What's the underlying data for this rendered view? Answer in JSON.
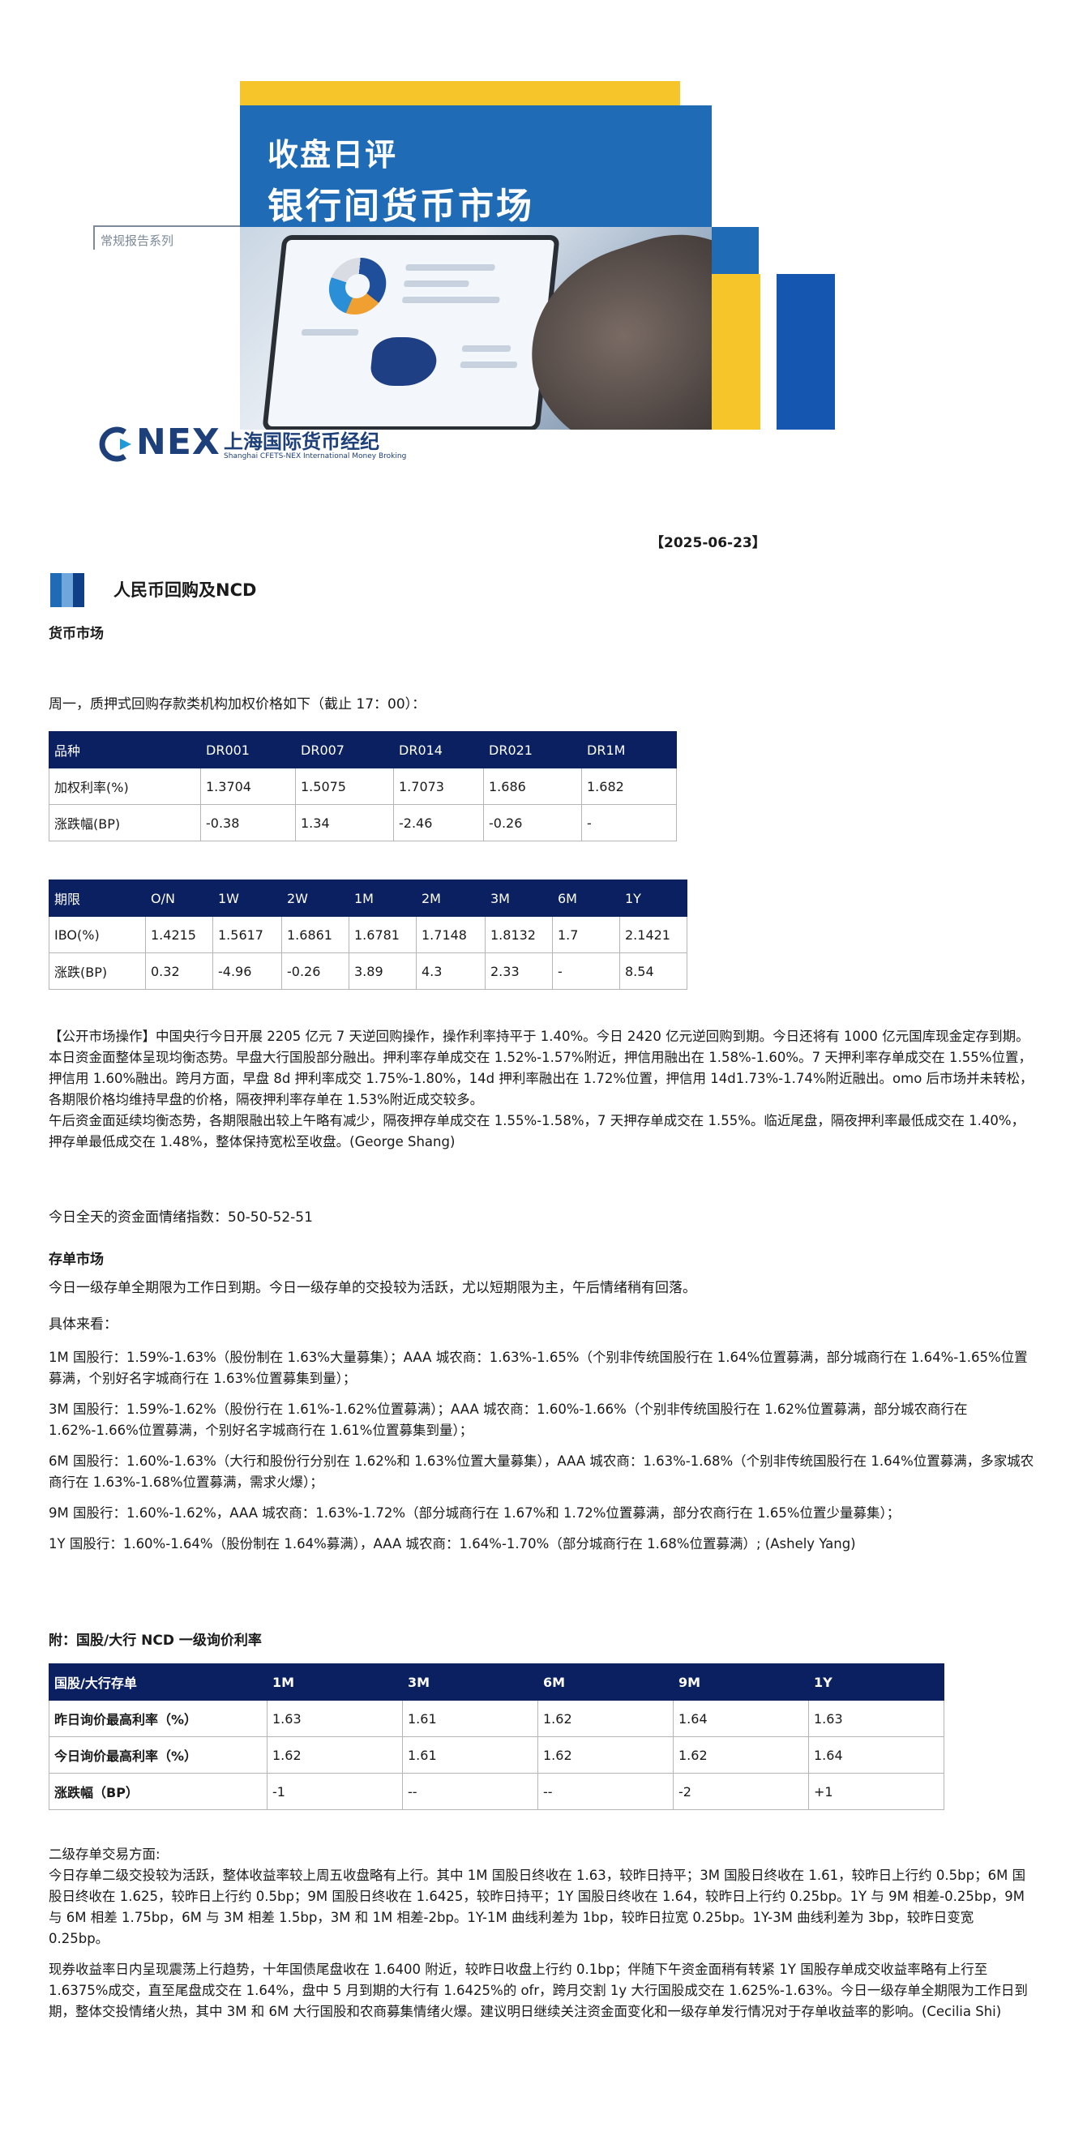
{
  "banner": {
    "title_line1": "收盘日评",
    "title_line2": "银行间货币市场",
    "series_label": "常规报告系列",
    "logo_text": "NEX",
    "logo_cn": "上海国际货币经纪",
    "logo_en": "Shanghai CFETS-NEX International Money Broking",
    "colors": {
      "yellow": "#f5c52a",
      "blue": "#1f6bb5",
      "navy": "#0b2060"
    }
  },
  "date": "【2025-06-23】",
  "section_title": "人民币回购及NCD",
  "money_market": {
    "heading": "货币市场",
    "intro": "周一，质押式回购存款类机构加权价格如下（截止 17：00）：",
    "dr_table": {
      "header": [
        "品种",
        "DR001",
        "DR007",
        "DR014",
        "DR021",
        "DR1M"
      ],
      "rows": [
        [
          "加权利率(%)",
          "1.3704",
          "1.5075",
          "1.7073",
          "1.686",
          "1.682"
        ],
        [
          "涨跌幅(BP)",
          "-0.38",
          "1.34",
          "-2.46",
          "-0.26",
          "-"
        ]
      ]
    },
    "ibo_table": {
      "header": [
        "期限",
        "O/N",
        "1W",
        "2W",
        "1M",
        "2M",
        "3M",
        "6M",
        "1Y"
      ],
      "rows": [
        [
          "IBO(%)",
          "1.4215",
          "1.5617",
          "1.6861",
          "1.6781",
          "1.7148",
          "1.8132",
          "1.7",
          "2.1421"
        ],
        [
          "涨跌(BP)",
          "0.32",
          "-4.96",
          "-0.26",
          "3.89",
          "4.3",
          "2.33",
          "-",
          "8.54"
        ]
      ]
    },
    "paragraphs": [
      "【公开市场操作】中国央行今日开展 2205 亿元 7 天逆回购操作，操作利率持平于 1.40%。今日 2420 亿元逆回购到期。今日还将有 1000 亿元国库现金定存到期。",
      "本日资金面整体呈现均衡态势。早盘大行国股部分融出。押利率存单成交在 1.52%-1.57%附近，押信用融出在 1.58%-1.60%。7 天押利率存单成交在 1.55%位置，押信用 1.60%融出。跨月方面，早盘 8d 押利率成交 1.75%-1.80%，14d 押利率融出在 1.72%位置，押信用 14d1.73%-1.74%附近融出。omo 后市场并未转松，各期限价格均维持早盘的价格，隔夜押利率存单在 1.53%附近成交较多。",
      "午后资金面延续均衡态势，各期限融出较上午略有减少，隔夜押存单成交在 1.55%-1.58%，7 天押存单成交在 1.55%。临近尾盘，隔夜押利率最低成交在 1.40%，押存单最低成交在 1.48%，整体保持宽松至收盘。(George Shang)"
    ],
    "sentiment": "今日全天的资金面情绪指数：50-50-52-51"
  },
  "cd_market": {
    "heading": "存单市场",
    "intro": "今日一级存单全期限为工作日到期。今日一级存单的交投较为活跃，尤以短期限为主，午后情绪稍有回落。",
    "detail_label": "具体来看：",
    "items": [
      "1M 国股行：1.59%-1.63%（股份制在 1.63%大量募集）；AAA 城农商：1.63%-1.65%（个别非传统国股行在 1.64%位置募满，部分城商行在 1.64%-1.65%位置募满，个别好名字城商行在 1.63%位置募集到量）；",
      "3M 国股行：1.59%-1.62%（股份行在 1.61%-1.62%位置募满）；AAA 城农商：1.60%-1.66%（个别非传统国股行在 1.62%位置募满，部分城农商行在 1.62%-1.66%位置募满，个别好名字城商行在 1.61%位置募集到量）；",
      "6M 国股行：1.60%-1.63%（大行和股份行分别在 1.62%和 1.63%位置大量募集），AAA 城农商：1.63%-1.68%（个别非传统国股行在 1.64%位置募满，多家城农商行在 1.63%-1.68%位置募满，需求火爆）；",
      "9M 国股行：1.60%-1.62%，AAA 城农商：1.63%-1.72%（部分城商行在 1.67%和 1.72%位置募满，部分农商行在 1.65%位置少量募集）；",
      "1Y 国股行：1.60%-1.64%（股份制在 1.64%募满），AAA 城农商：1.64%-1.70%（部分城商行在 1.68%位置募满）; (Ashely Yang)"
    ]
  },
  "ncd": {
    "heading": "附：国股/大行 NCD 一级询价利率",
    "header": [
      "国股/大行存单",
      "1M",
      "3M",
      "6M",
      "9M",
      "1Y"
    ],
    "rows": [
      [
        "昨日询价最高利率（%）",
        "1.63",
        "1.61",
        "1.62",
        "1.64",
        "1.63"
      ],
      [
        "今日询价最高利率（%）",
        "1.62",
        "1.61",
        "1.62",
        "1.62",
        "1.64"
      ],
      [
        "涨跌幅（BP）",
        "-1",
        "--",
        "--",
        "-2",
        "+1"
      ]
    ]
  },
  "secondary": {
    "heading": "二级存单交易方面:",
    "para1": "今日存单二级交投较为活跃，整体收益率较上周五收盘略有上行。其中 1M 国股日终收在 1.63，较昨日持平；3M 国股日终收在 1.61，较昨日上行约 0.5bp；6M 国股日终收在 1.625，较昨日上行约 0.5bp；9M 国股日终收在 1.6425，较昨日持平；1Y 国股日终收在 1.64，较昨日上行约 0.25bp。1Y 与 9M 相差-0.25bp，9M 与 6M 相差 1.75bp，6M 与 3M 相差 1.5bp，3M 和 1M 相差-2bp。1Y-1M 曲线利差为 1bp，较昨日拉宽 0.25bp。1Y-3M 曲线利差为 3bp，较昨日变宽 0.25bp。",
    "para2": "现券收益率日内呈现震荡上行趋势，十年国债尾盘收在 1.6400 附近，较昨日收盘上行约 0.1bp；伴随下午资金面稍有转紧 1Y 国股存单成交收益率略有上行至 1.6375%成交，直至尾盘成交在 1.64%，盘中 5 月到期的大行有 1.6425%的 ofr，跨月交割 1y 大行国股成交在 1.625%-1.63%。今日一级存单全期限为工作日到期，整体交投情绪火热，其中 3M 和 6M 大行国股和农商募集情绪火爆。建议明日继续关注资金面变化和一级存单发行情况对于存单收益率的影响。(Cecilia Shi)"
  }
}
